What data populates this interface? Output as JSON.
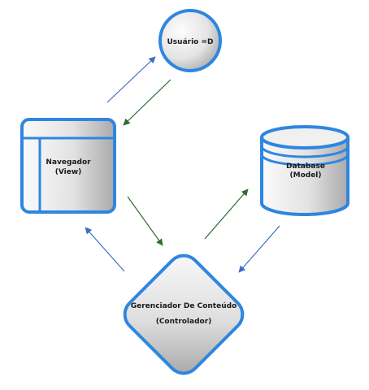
{
  "diagram": {
    "nodes": {
      "user": {
        "label": "Usuário =D"
      },
      "browser": {
        "label_line1": "Navegador",
        "label_line2": "(View)"
      },
      "database": {
        "label_line1": "Database",
        "label_line2": "(Model)"
      },
      "controller": {
        "label_line1": "Gerenciador De Conteúdo",
        "label_line2": "(Controlador)"
      }
    },
    "edges": [
      {
        "from": "browser",
        "to": "user",
        "color": "#3a6fc4"
      },
      {
        "from": "user",
        "to": "browser",
        "color": "#2f6b2f"
      },
      {
        "from": "browser",
        "to": "controller",
        "color": "#2f6b2f"
      },
      {
        "from": "controller",
        "to": "browser",
        "color": "#3a6fc4"
      },
      {
        "from": "controller",
        "to": "database",
        "color": "#2f6b2f"
      },
      {
        "from": "database",
        "to": "controller",
        "color": "#3a6fc4"
      }
    ],
    "colors": {
      "outline": "#2e86e0",
      "fill_light": "#f4f4f4",
      "fill_dark": "#b4b4b4",
      "blue_arrow": "#3a6fc4",
      "green_arrow": "#2f6b2f"
    }
  }
}
